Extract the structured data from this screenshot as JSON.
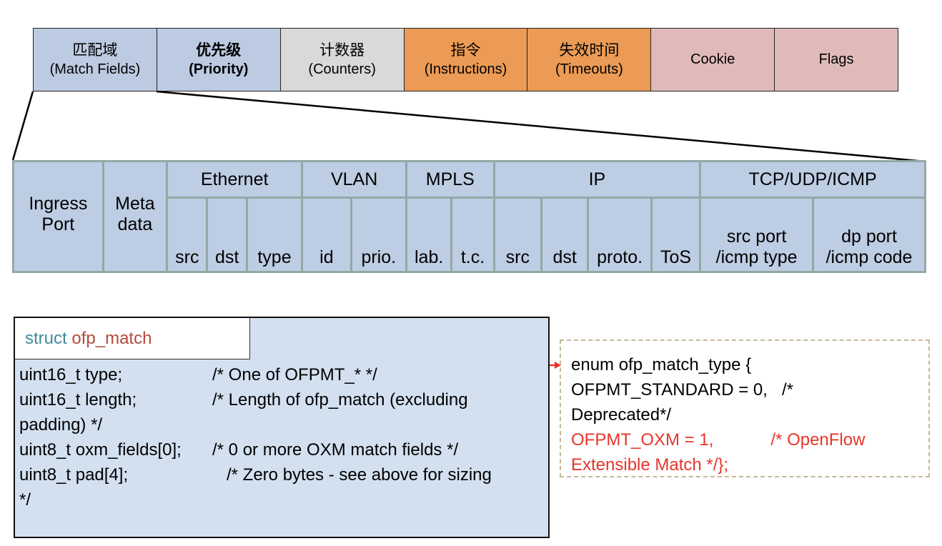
{
  "flow_entry": {
    "cells": [
      {
        "zh": "匹配域",
        "en": "(Match Fields)",
        "color": "#bccbe2",
        "bold": false
      },
      {
        "zh": "优先级",
        "en": "(Priority)",
        "color": "#bccbe2",
        "bold": true
      },
      {
        "zh": "计数器",
        "en": "(Counters)",
        "color": "#d9d9d9",
        "bold": false
      },
      {
        "zh": "指令",
        "en": "(Instructions)",
        "color": "#eb9b55",
        "bold": false
      },
      {
        "zh": "失效时间",
        "en": "(Timeouts)",
        "color": "#eb9b55",
        "bold": false
      },
      {
        "zh": "",
        "en": "Cookie",
        "color": "#e0bab9",
        "bold": false
      },
      {
        "zh": "",
        "en": "Flags",
        "color": "#e0bab9",
        "bold": false
      }
    ]
  },
  "match_fields": {
    "ingress_port": "Ingress\nPort",
    "metadata": "Meta\ndata",
    "groups": [
      {
        "label": "Ethernet",
        "subs": [
          "src",
          "dst",
          "type"
        ]
      },
      {
        "label": "VLAN",
        "subs": [
          "id",
          "prio."
        ]
      },
      {
        "label": "MPLS",
        "subs": [
          "lab.",
          "t.c."
        ]
      },
      {
        "label": "IP",
        "subs": [
          "src",
          "dst",
          "proto.",
          "ToS"
        ]
      },
      {
        "label": "TCP/UDP/ICMP",
        "subs": [
          "src port\n/icmp type",
          "dp port\n/icmp code"
        ]
      }
    ]
  },
  "struct": {
    "keyword": "struct",
    "name": "ofp_match",
    "lines": [
      {
        "decl": "uint16_t type;",
        "comment": "/* One of OFPMT_* */"
      },
      {
        "decl": "uint16_t length;",
        "comment": "/* Length of ofp_match (excluding"
      },
      {
        "decl": "padding) */",
        "comment": ""
      },
      {
        "decl": "uint8_t oxm_fields[0];",
        "comment": "/* 0 or more OXM match fields */"
      },
      {
        "decl": "uint8_t pad[4];",
        "comment": "/* Zero bytes - see above for sizing"
      },
      {
        "decl": "*/",
        "comment": ""
      }
    ]
  },
  "enum": {
    "lines": [
      {
        "text": "enum ofp_match_type {",
        "highlight": false
      },
      {
        "text": "OFPMT_STANDARD = 0,   /*",
        "highlight": false
      },
      {
        "text": "Deprecated*/",
        "highlight": false
      },
      {
        "text": "OFPMT_OXM = 1,            /* OpenFlow",
        "highlight": true
      },
      {
        "text": "Extensible Match */};",
        "highlight": true
      }
    ],
    "highlight_color": "#e8352a",
    "border_color": "#c6b998"
  },
  "arrow_color": "#e8352a"
}
